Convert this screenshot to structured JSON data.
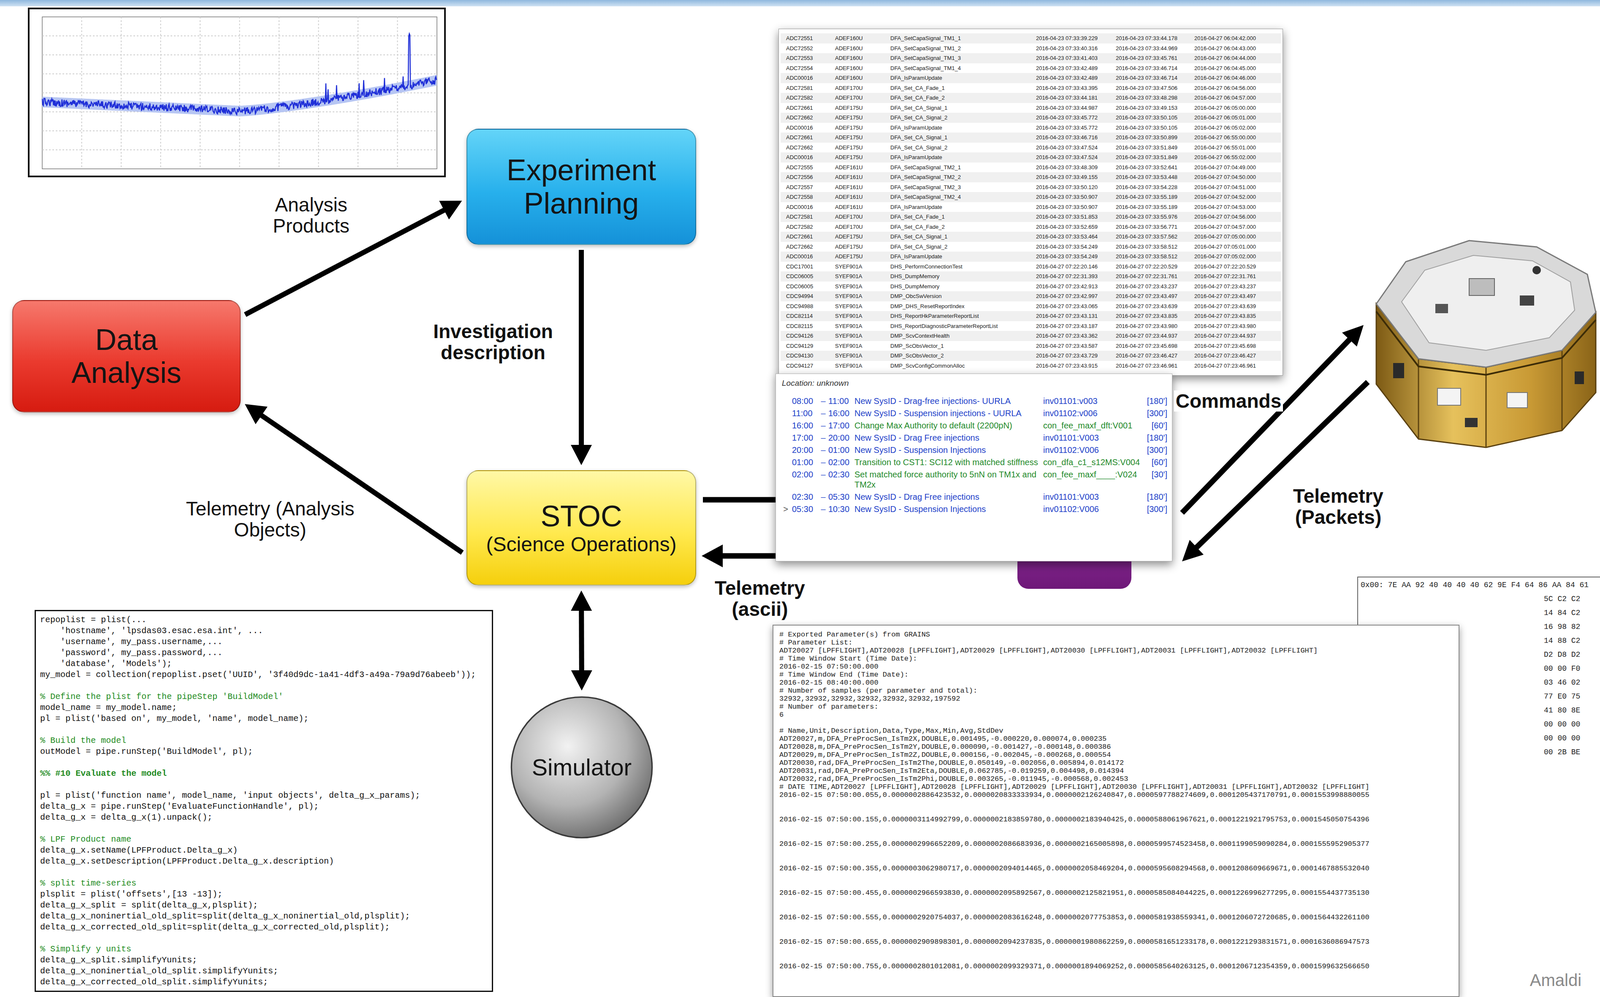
{
  "diagram": {
    "nodes": [
      {
        "text": [
          "Experiment Planning"
        ]
      },
      {
        "text": [
          "Data Analysis"
        ]
      },
      {
        "text": [
          "STOC",
          "(Science Operations)"
        ]
      },
      {
        "text": [
          "Simulator"
        ]
      }
    ],
    "edges": [
      {
        "from": 1,
        "to": 0,
        "arrow": "to",
        "label": "Analysis Products"
      },
      {
        "from": 0,
        "to": 2,
        "arrow": "to",
        "label": "Investigation description"
      },
      {
        "from": 2,
        "to": 1,
        "arrow": "to",
        "label": "Telemetry (Analysis Objects)"
      },
      {
        "from": 2,
        "to": 3,
        "arrow": "both"
      }
    ],
    "labels": [
      "ADC72551",
      "ADEF160U",
      "DFA_SetCapaSignal_TM1_1",
      "2016-04-23 07:33:39.229",
      "2016-04-23 07:33:44.178",
      "2016-04-27 06:04:42.000",
      "ADC72552",
      "ADEF160U",
      "DFA_SetCapaSignal_TM1_2",
      "2016-04-23 07:33:40.316",
      "2016-04-23 07:33:44.969",
      "2016-04-27 06:04:43.000",
      "ADC72553",
      "ADEF160U",
      "DFA_SetCapaSignal_TM1_3",
      "2016-04-23 07:33:41.403",
      "2016-04-23 07:33:45.761",
      "2016-04-27 06:04:44.000",
      "ADC72554",
      "ADEF160U",
      "DFA_SetCapaSignal_TM1_4",
      "2016-04-23 07:33:42.489",
      "2016-04-23 07:33:46.714",
      "2016-04-27 06:04:45.000",
      "ADC00016",
      "ADEF160U",
      "DFA_IsParamUpdate",
      "2016-04-23 07:33:42.489",
      "2016-04-23 07:33:46.714",
      "2016-04-27 06:04:46.000",
      "ADC72581",
      "ADEF170U",
      "DFA_Set_CA_Fade_1",
      "2016-04-23 07:33:43.395",
      "2016-04-23 07:33:47.506",
      "2016-04-27 06:04:56.000",
      "ADC72582",
      "ADEF170U",
      "DFA_Set_CA_Fade_2",
      "2016-04-23 07:33:44.181",
      "2016-04-23 07:33:48.298",
      "2016-04-27 06:04:57.000",
      "ADC72661",
      "ADEF175U",
      "DFA_Set_CA_Signal_1",
      "2016-04-23 07:33:44.987",
      "2016-04-23 07:33:49.153",
      "2016-04-27 06:05:00.000",
      "ADC72662",
      "ADEF175U",
      "DFA_Set_CA_Signal_2",
      "2016-04-23 07:33:45.772",
      "2016-04-23 07:33:50.105",
      "2016-04-27 06:05:01.000",
      "ADC00016",
      "ADEF175U",
      "DFA_IsParamUpdate",
      "2016-04-23 07:33:45.772",
      "2016-04-23 07:33:50.105",
      "2016-04-27 06:05:02.000",
      "ADC72661",
      "ADEF175U",
      "DFA_Set_CA_Signal_1",
      "2016-04-23 07:33:46.716",
      "2016-04-23 07:33:50.899",
      "2016-04-27 06:55:00.000",
      "ADC72662",
      "ADEF175U",
      "DFA_Set_CA_Signal_2",
      "2016-04-23 07:33:47.524",
      "2016-04-23 07:33:51.849",
      "2016-04-27 06:55:01.000",
      "ADC00016",
      "ADEF175U",
      "DFA_IsParamUpdate",
      "2016-04-23 07:33:47.524",
      "2016-04-23 07:33:51.849",
      "2016-04-27 06:55:02.000",
      "ADC72555",
      "ADEF161U",
      "DFA_SetCapaSignal_TM2_1",
      "2016-04-23 07:33:48.309",
      "2016-04-23 07:33:52.641",
      "2016-04-27 07:04:49.000",
      "ADC72556",
      "ADEF161U",
      "DFA_SetCapaSignal_TM2_2",
      "2016-04-23 07:33:49.155",
      "2016-04-23 07:33:53.448",
      "2016-04-27 07:04:50.000",
      "ADC72557",
      "ADEF161U",
      "DFA_SetCapaSignal_TM2_3",
      "2016-04-23 07:33:50.120",
      "2016-04-23 07:33:54.228",
      "2016-04-27 07:04:51.000",
      "ADC72558",
      "ADEF161U",
      "DFA_SetCapaSignal_TM2_4",
      "2016-04-23 07:33:50.907",
      "2016-04-23 07:33:55.189",
      "2016-04-27 07:04:52.000",
      "ADC00016",
      "ADEF161U",
      "DFA_IsParamUpdate",
      "2016-04-23 07:33:50.907",
      "2016-04-23 07:33:55.189",
      "2016-04-27 07:04:53.000",
      "ADC72581",
      "ADEF170U",
      "DFA_Set_CA_Fade_1",
      "2016-04-23 07:33:51.853",
      "2016-04-23 07:33:55.976",
      "2016-04-27 07:04:56.000",
      "ADC72582",
      "ADEF170U",
      "DFA_Set_CA_Fade_2",
      "2016-04-23 07:33:52.659",
      "2016-04-23 07:33:56.771",
      "2016-04-27 07:04:57.000",
      "ADC72661",
      "ADEF175U",
      "DFA_Set_CA_Signal_1",
      "2016-04-23 07:33:53.464",
      "2016-04-23 07:33:57.562",
      "2016-04-27 07:05:00.000",
      "ADC72662",
      "ADEF175U",
      "DFA_Set_CA_Signal_2",
      "2016-04-23 07:33:54.249",
      "2016-04-23 07:33:58.512",
      "2016-04-27 07:05:01.000",
      "ADC00016",
      "ADEF175U",
      "DFA_IsParamUpdate",
      "2016-04-23 07:33:54.249",
      "2016-04-23 07:33:58.512",
      "2016-04-27 07:05:02.000",
      "CDC17001",
      "SYEF901A",
      "DHS_PerformConnectionTest",
      "2016-04-27 07:22:20.146",
      "2016-04-27 07:22:20.529",
      "2016-04-27 07:22:20.529",
      "CDC06005",
      "SYEF901A",
      "DHS_DumpMemory",
      "2016-04-27 07:22:31.393",
      "2016-04-27 07:22:31.761",
      "2016-04-27 07:22:31.761",
      "CDC06005",
      "SYEF901A",
      "DHS_DumpMemory",
      "2016-04-27 07:23:42.913",
      "2016-04-27 07:23:43.237",
      "2016-04-27 07:23:43.237",
      "CDC94994",
      "SYEF901A",
      "DMP_ObcSwVersion",
      "2016-04-27 07:23:42.997",
      "2016-04-27 07:23:43.497",
      "2016-04-27 07:23:43.497",
      "CDC94988",
      "SYEF901A",
      "DMP_DHS_ResetReportIndex",
      "2016-04-27 07:23:43.065",
      "2016-04-27 07:23:43.639",
      "2016-04-27 07:23:43.639",
      "CDC82114",
      "SYEF901A",
      "DHS_ReportHkParameterReportList",
      "2016-04-27 07:23:43.131",
      "2016-04-27 07:23:43.835",
      "2016-04-27 07:23:43.835",
      "CDC82115",
      "SYEF901A",
      "DHS_ReportDiagnosticParameterReportList",
      "2016-04-27 07:23:43.187",
      "2016-04-27 07:23:43.980",
      "2016-04-27 07:23:43.980",
      "CDC94126",
      "SYEF901A",
      "DMP_ScvContextHealth",
      "2016-04-27 07:23:43.362",
      "2016-04-27 07:23:44.937",
      "2016-04-27 07:23:44.937",
      "CDC94129",
      "SYEF901A",
      "DMP_ScObsVector_1",
      "2016-04-27 07:23:43.587",
      "2016-04-27 07:23:45.698",
      "2016-04-27 07:23:45.698",
      "CDC94130",
      "SYEF901A",
      "DMP_ScObsVector_2",
      "2016-04-27 07:23:43.729",
      "2016-04-27 07:23:46.427",
      "2016-04-27 07:23:46.427",
      "CDC94127",
      "SYEF901A",
      "DMP_ScvConfigCommonAlloc",
      "2016-04-27 07:23:43.915",
      "2016-04-27 07:23:46.961",
      "2016-04-27 07:23:46.961",
      "Location: unknown",
      "08:00",
      "–",
      "11:00",
      "New SysID - Drag-free injections- UURLA",
      "inv01101:v003",
      "[180']",
      "11:00",
      "–",
      "16:00",
      "New SysID - Suspension injections - UURLA",
      "inv01102:v006",
      "[300']",
      "16:00",
      "–",
      "17:00",
      "Change Max Authority to default (2200pN)",
      "con_fee_maxf_dft:V001",
      "[60']",
      "17:00",
      "–",
      "20:00",
      "New SysID - Drag Free injections",
      "inv01101:V003",
      "[180']",
      "20:00",
      "–",
      "01:00",
      "New SysID - Suspension Injections",
      "inv01102:V006",
      "[300']",
      "01:00",
      "–",
      "02:00",
      "Transition to CST1: SCI12 with matched stiffness",
      "con_dfa_c1_s12MS:V004",
      "[60']",
      "02:00",
      "–",
      "02:30",
      "Set matched force authority to 5nN on TM1x and TM2x",
      "con_fee_maxf____:V024",
      "[30']",
      "02:30",
      "–",
      "05:30",
      "New SysID - Drag Free injections",
      "inv01101:V003",
      "[180']",
      "05:30",
      "–",
      "10:30",
      "New SysID - Suspension Injections",
      "inv01102:V006",
      "[300']",
      ">",
      "0x00: 7E AA 92 40 40 40 40 62 9E F4 64 86 AA 84 61",
      "5C C2 C2",
      "14 84 C2",
      "16 98 82",
      "14 88 C2",
      "D2 D8 D2",
      "00 00 F0",
      "03 46 02",
      "77 E0 75",
      "41 80 8E",
      "00 00 00",
      "00 00 00",
      "00 2B BE",
      "# Exported Parameter(s) from GRAINS",
      "# Parameter List:",
      "ADT20027 [LPFFLIGHT],ADT20028 [LPFFLIGHT],ADT20029 [LPFFLIGHT],ADT20030 [LPFFLIGHT],ADT20031 [LPFFLIGHT],ADT20032 [LPFFLIGHT]",
      "# Time Window Start (Time Date):",
      "2016-02-15 07:50:00.000",
      "# Time Window End (Time Date):",
      "2016-02-15 08:40:00.000",
      "# Number of samples (per parameter and total):",
      "32932,32932,32932,32932,32932,32932,197592",
      "# Number of parameters:",
      "6",
      "# Name,Unit,Description,Data,Type,Max,Min,Avg,StdDev",
      "ADT20027,m,DFA_PreProcSen_IsTm2X,DOUBLE,0.001495,-0.000220,0.000074,0.000235",
      "ADT20028,m,DFA_PreProcSen_IsTm2Y,DOUBLE,0.000090,-0.001427,-0.000148,0.000386",
      "ADT20029,m,DFA_PreProcSen_IsTm2Z,DOUBLE,0.000156,-0.002045,-0.000268,0.000554",
      "ADT20030,rad,DFA_PreProcSen_IsTm2The,DOUBLE,0.050149,-0.002056,0.005894,0.014172",
      "ADT20031,rad,DFA_PreProcSen_IsTm2Eta,DOUBLE,0.062785,-0.019259,0.004498,0.014394",
      "ADT20032,rad,DFA_PreProcSen_IsTm2Phi,DOUBLE,0.003265,-0.011945,-0.000568,0.002453",
      "# DATE TIME,ADT20027 [LPFFLIGHT],ADT20028 [LPFFLIGHT],ADT20029 [LPFFLIGHT],ADT20030 [LPFFLIGHT],ADT20031 [LPFFLIGHT],ADT20032 [LPFFLIGHT]",
      "2016-02-15 07:50:00.055,0.0000002886423532,0.0000020833333934,0.0000002126240847,0.0000597788274609,0.0001205437170791,0.0001553998880055",
      "2016-02-15 07:50:00.155,0.0000003114992799,0.0000002183859780,0.0000002183940425,0.0000588061967621,0.0001221921795753,0.0001545050754396",
      "2016-02-15 07:50:00.255,0.0000002996652209,0.0000002086683936,0.0000002165005898,0.0000599574523458,0.0001199059090284,0.0001555952905377",
      "2016-02-15 07:50:00.355,0.0000003062980717,0.0000002094014465,0.0000002058469204,0.0000595608294568,0.0001208609669671,0.0001467885532040",
      "2016-02-15 07:50:00.455,0.0000002966593830,0.0000002095892567,0.0000002125821951,0.0000585084044225,0.0001226996277295,0.0001554437735130",
      "2016-02-15 07:50:00.555,0.0000002920754037,0.0000002083616248,0.0000002077753853,0.0000581938559341,0.0001206072720685,0.0001564432261100",
      "2016-02-15 07:50:00.655,0.0000002909898301,0.0000002094237835,0.0000001980862259,0.0000581651233178,0.0001221293831571,0.0001636086947573",
      "2016-02-15 07:50:00.755,0.0000002801012081,0.0000002099329371,0.0000001894069252,0.0000585640263125,0.0001206712354359,0.0001599632566650",
      "repoplist = plist(...",
      "'hostname', 'lpsdas03.esac.esa.int', ...",
      "'username', my_pass.username,...",
      "'password', my_pass.password,...",
      "'database', 'Models');",
      "my_model = collection(repoplist.pset('UUID', '3f40d9dc-1a41-4df3-a49a-79a9d76abeeb'));",
      "% Define the plist for the pipeStep 'BuildModel'",
      "model_name = my_model.name;",
      "pl = plist('based on', my_model, 'name', model_name);",
      "% Build the model",
      "outModel = pipe.runStep('BuildModel', pl);",
      "%% #10 Evaluate the model",
      "pl = plist('function name', model_name, 'input objects', delta_g_x_params);",
      "delta_g_x = pipe.runStep('EvaluateFunctionHandle', pl);",
      "delta_g_x = delta_g_x(1).unpack();",
      "% LPF Product name",
      "delta_g_x.setName(LPFProduct.Delta_g_x)",
      "delta_g_x.setDescription(LPFProduct.Delta_g_x.description)",
      "% split time-series",
      "plsplit = plist('offsets',[13 -13]);",
      "delta_g_x_split = split(delta_g_x,plsplit);",
      "delta_g_x_noninertial_old_split=split(delta_g_x_noninertial_old,plsplit);",
      "delta_g_x_corrected_old_split=split(delta_g_x_corrected_old,plsplit);",
      "% Simplify y units",
      "delta_g_x_split.simplifyYunits;",
      "delta_g_x_noninertial_old_split.simplifyYunits;",
      "delta_g_x_corrected_old_split.simplifyYunits;",
      "Commands",
      "Telemetry (Packets)",
      "Telemetry (ascii)",
      "Amaldi"
    ]
  }
}
